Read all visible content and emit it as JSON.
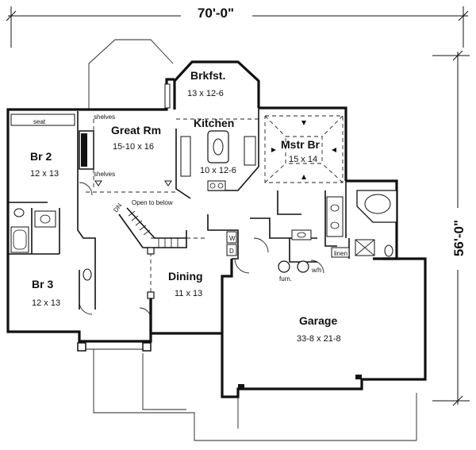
{
  "dimensions": {
    "width": "70'-0\"",
    "depth": "56'-0\""
  },
  "rooms": {
    "brkfst": {
      "name": "Brkfst.",
      "size": "13 x 12-6"
    },
    "great_rm": {
      "name": "Great Rm",
      "size": "15-10 x 16"
    },
    "kitchen": {
      "name": "Kitchen",
      "size": "10 x 12-6"
    },
    "mstr_br": {
      "name": "Mstr Br",
      "size": "15 x 14"
    },
    "br2": {
      "name": "Br 2",
      "size": "12 x 13"
    },
    "br3": {
      "name": "Br 3",
      "size": "12 x 13"
    },
    "dining": {
      "name": "Dining",
      "size": "11 x 13"
    },
    "garage": {
      "name": "Garage",
      "size": "33-8 x 21-8"
    }
  },
  "labels": {
    "seat": "seat",
    "shelves_top": "shelves",
    "shelves_bottom": "shelves",
    "open_to_below": "Open to below",
    "dn": "DN",
    "linen": "linen",
    "furn": "furn.",
    "wh": "w/h",
    "w": "W",
    "d": "D"
  }
}
